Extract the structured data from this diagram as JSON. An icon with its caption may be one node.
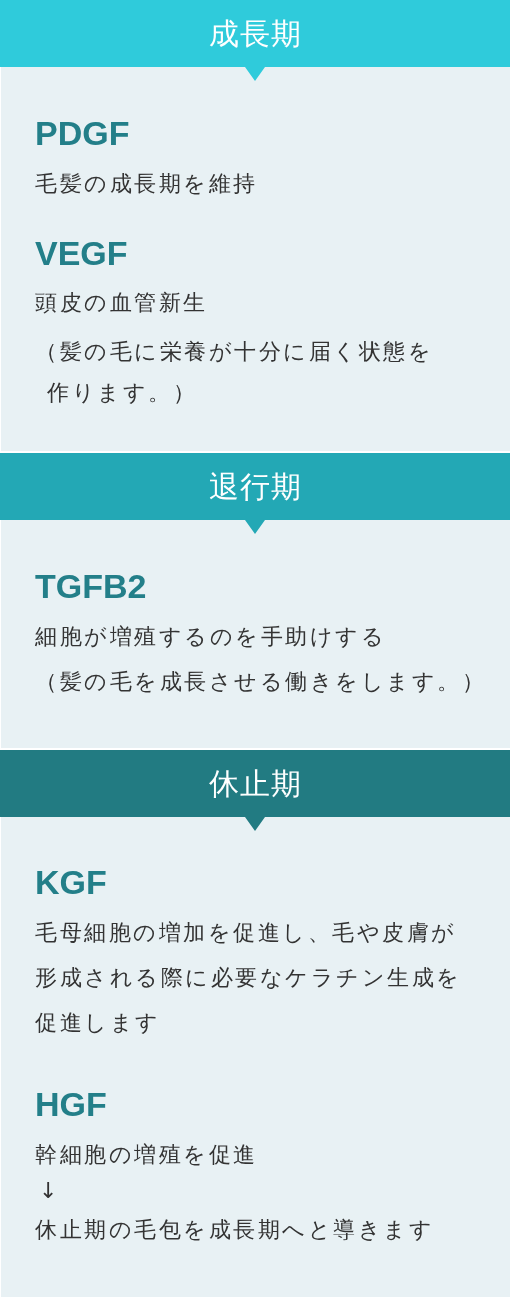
{
  "diagram": {
    "nodes": [
      {
        "text": [
          "成長期"
        ]
      },
      {
        "text": [
          "PDGF",
          "毛髪の成長期を維持",
          "VEGF",
          "頭皮の血管新生",
          "（髪の毛に栄養が十分に届く状態を作ります。）"
        ]
      },
      {
        "text": [
          "退行期"
        ]
      },
      {
        "text": [
          "TGFB2",
          "細胞が増殖するのを手助けする",
          "（髪の毛を成長させる働きをします。）"
        ]
      },
      {
        "text": [
          "休止期"
        ]
      },
      {
        "text": [
          "KGF",
          "毛母細胞の増加を促進し、毛や皮膚が形成される際に必要なケラチン生成を促進します",
          "HGF",
          "幹細胞の増殖を促進",
          "↓",
          "休止期の毛包を成長期へと導きます"
        ]
      }
    ]
  }
}
